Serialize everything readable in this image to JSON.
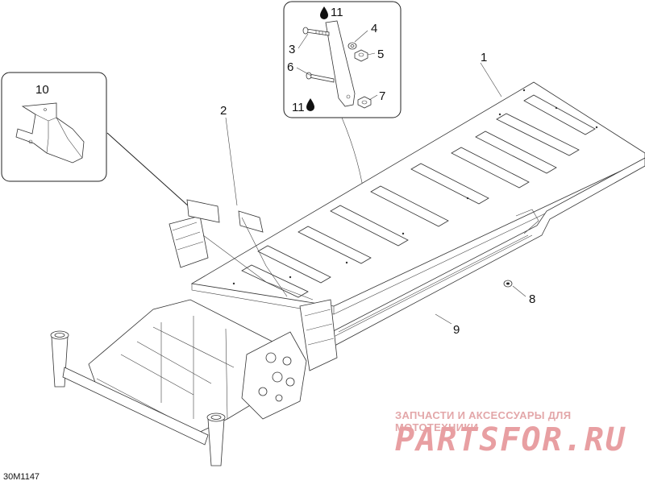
{
  "diagram": {
    "doc_code": "30M1147",
    "callouts": {
      "c1": "1",
      "c2": "2",
      "c3": "3",
      "c4": "4",
      "c5": "5",
      "c6": "6",
      "c7": "7",
      "c8": "8",
      "c9": "9",
      "c10": "10",
      "c11a": "11",
      "c11b": "11"
    }
  },
  "watermark": {
    "tagline": "ЗАПЧАСТИ И АКСЕССУАРЫ ДЛЯ МОТОТЕХНИКИ",
    "logo": "PARTSFOR.RU"
  },
  "colors": {
    "line": "#222222",
    "watermark": "#e89fa2",
    "background": "#ffffff"
  }
}
